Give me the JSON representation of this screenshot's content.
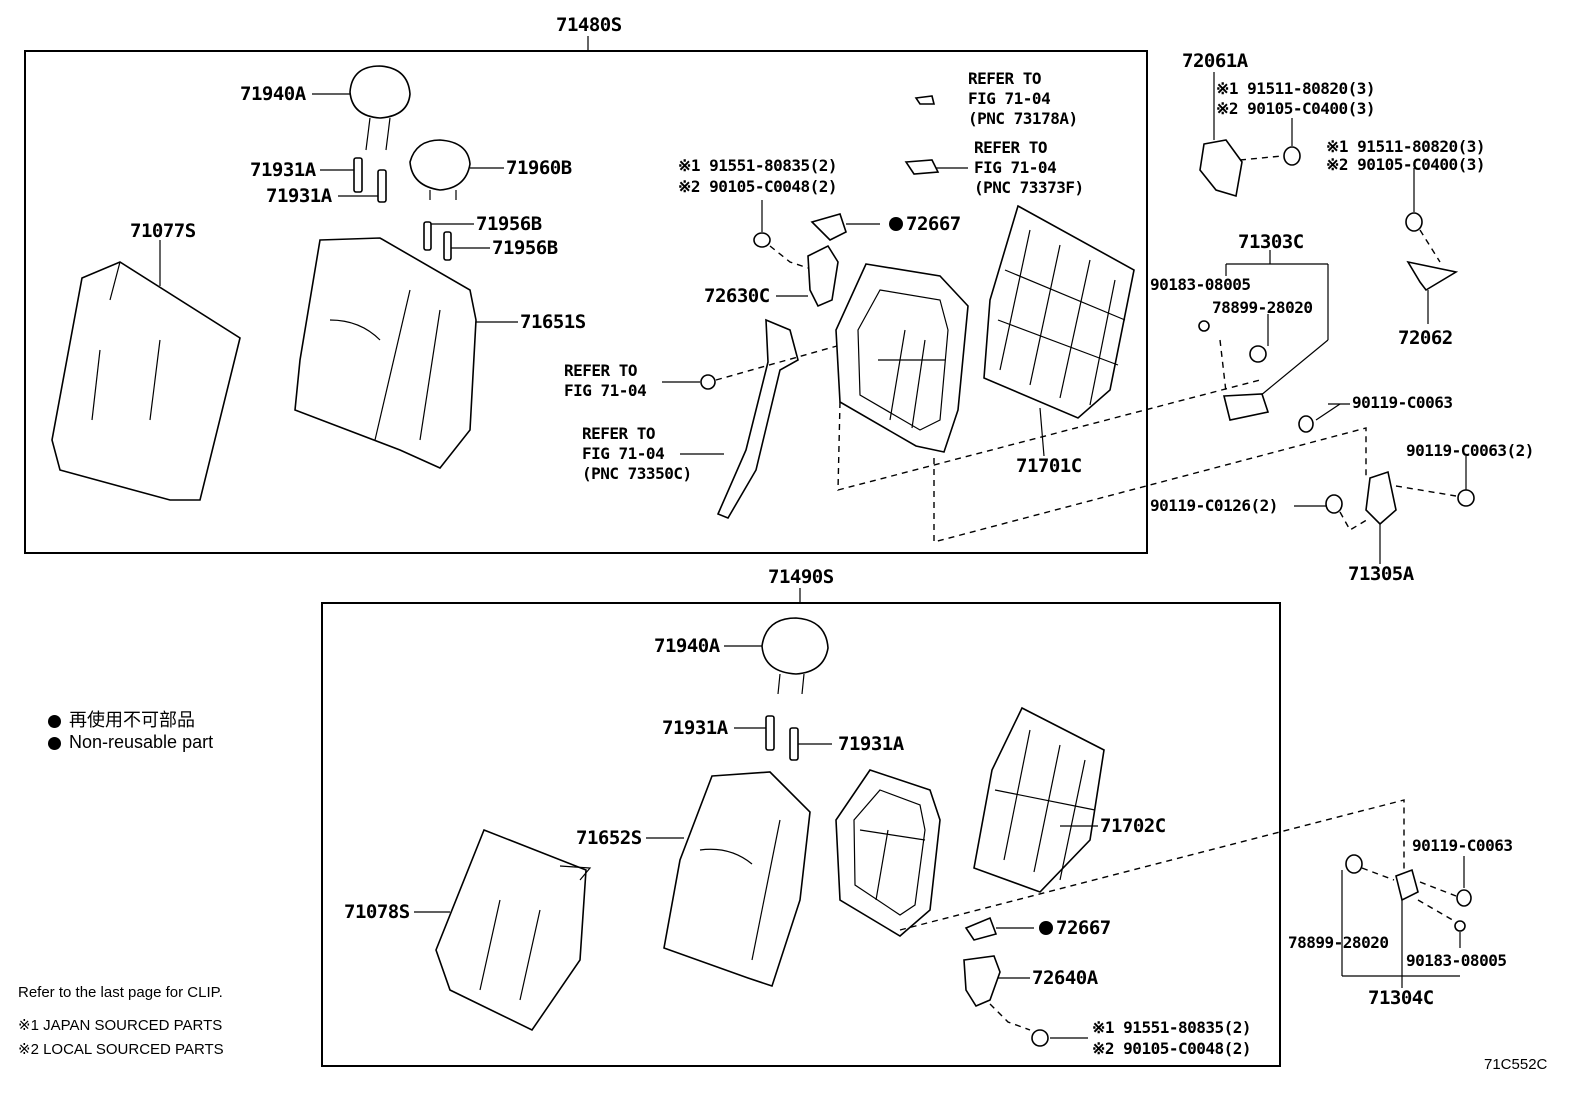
{
  "assemblies": {
    "upper": "71480S",
    "lower": "71490S"
  },
  "labels": {
    "u_71940A": "71940A",
    "u_71931A_1": "71931A",
    "u_71931A_2": "71931A",
    "u_71960B": "71960B",
    "u_71956B_1": "71956B",
    "u_71956B_2": "71956B",
    "u_71077S": "71077S",
    "u_71651S": "71651S",
    "u_72667": "72667",
    "u_72630C": "72630C",
    "u_71701C": "71701C",
    "u_bolt1": "※1 91551-80835(2)",
    "u_bolt2": "※2 90105-C0048(2)",
    "ref1_a": "REFER TO",
    "ref1_b": "FIG 71-04",
    "ref1_c": "(PNC 73178A)",
    "ref2_a": "REFER TO",
    "ref2_b": "FIG 71-04",
    "ref2_c": "(PNC 73373F)",
    "ref3_a": "REFER TO",
    "ref3_b": "FIG 71-04",
    "ref4_a": "REFER TO",
    "ref4_b": "FIG 71-04",
    "ref4_c": "(PNC 73350C)",
    "r_72061A": "72061A",
    "r_a1": "※1 91511-80820(3)",
    "r_a2": "※2 90105-C0400(3)",
    "r_b1": "※1 91511-80820(3)",
    "r_b2": "※2 90105-C0400(3)",
    "r_72062": "72062",
    "r_71303C": "71303C",
    "r_90183": "90183-08005",
    "r_78899": "78899-28020",
    "r_90119_1": "90119-C0063",
    "r_90119_2": "90119-C0063(2)",
    "r_90119_c": "90119-C0126(2)",
    "r_71305A": "71305A",
    "l_71940A": "71940A",
    "l_71931A_1": "71931A",
    "l_71931A_2": "71931A",
    "l_71652S": "71652S",
    "l_71078S": "71078S",
    "l_71702C": "71702C",
    "l_72667": "72667",
    "l_72640A": "72640A",
    "l_bolt1": "※1 91551-80835(2)",
    "l_bolt2": "※2 90105-C0048(2)",
    "lr_90119": "90119-C0063",
    "lr_78899": "78899-28020",
    "lr_90183": "90183-08005",
    "lr_71304C": "71304C"
  },
  "legend": {
    "jp": "再使用不可部品",
    "en": "Non-reusable part"
  },
  "notes": {
    "clip": "Refer to the last page for CLIP.",
    "n1": "※1 JAPAN SOURCED PARTS",
    "n2": "※2 LOCAL SOURCED PARTS"
  },
  "figure_id": "71C552C"
}
